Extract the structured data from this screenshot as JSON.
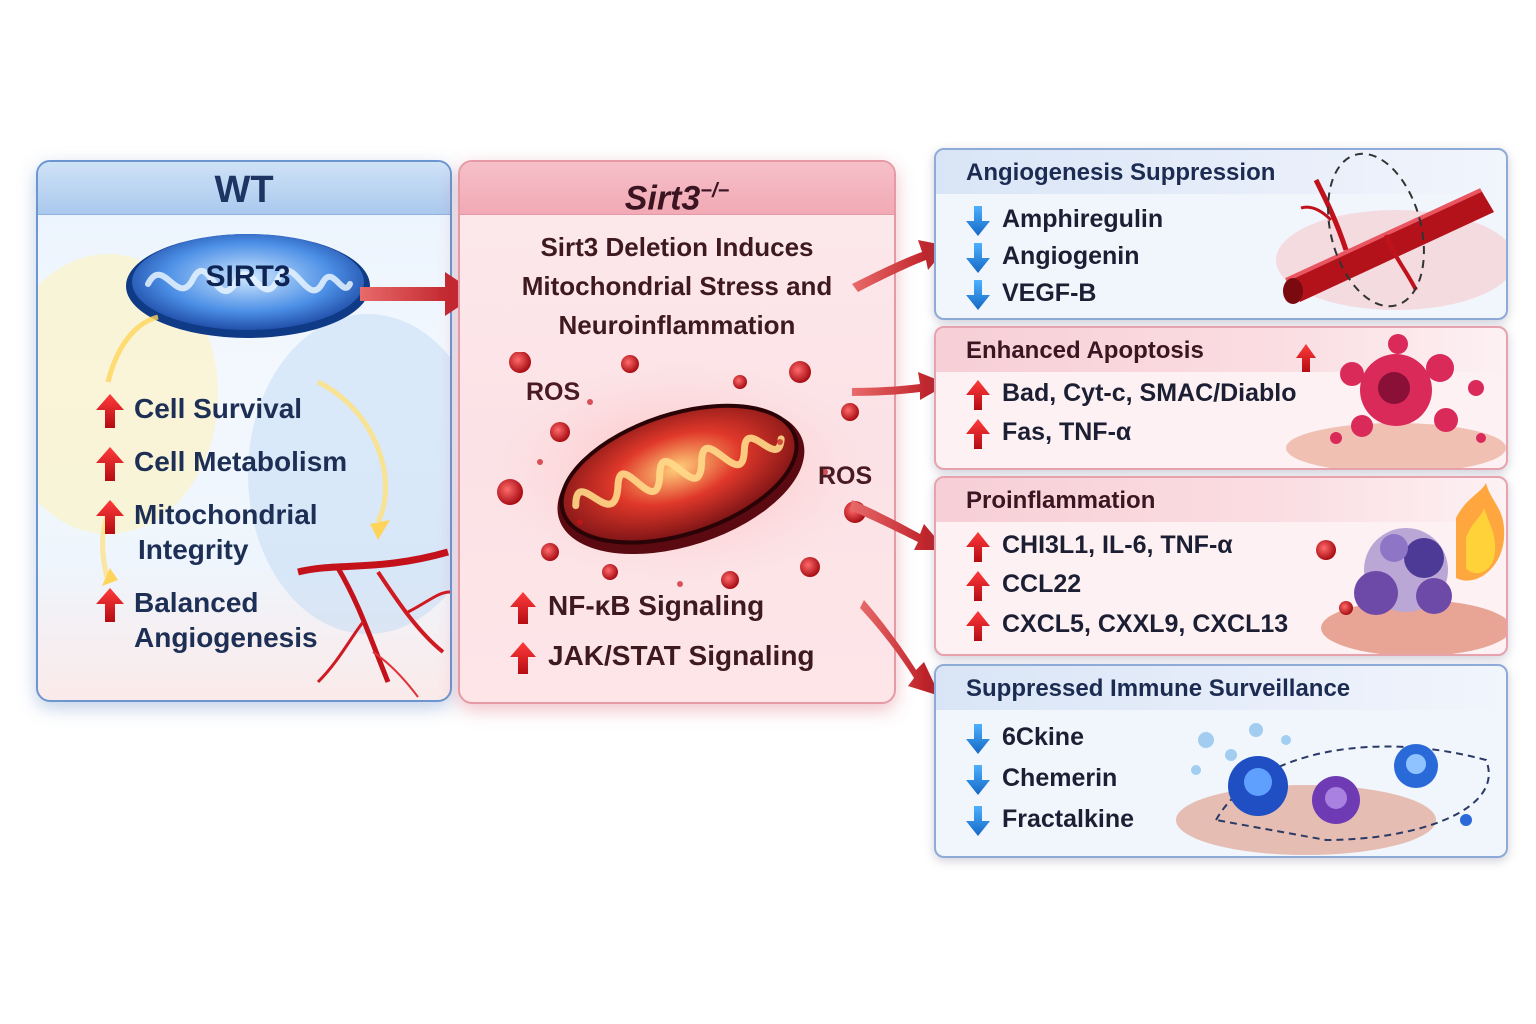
{
  "wt_panel": {
    "title": "WT",
    "mito_label": "SIRT3",
    "items": [
      {
        "text": "Cell Survival",
        "direction": "up"
      },
      {
        "text": "Cell Metabolism",
        "direction": "up"
      },
      {
        "text": "Mitochondrial",
        "text2": "Integrity",
        "direction": "up"
      },
      {
        "text": "Balanced",
        "text2": "Angiogenesis",
        "direction": "up"
      }
    ]
  },
  "ko_panel": {
    "title": "Sirt3",
    "title_sup": "−/−",
    "subtitle_lines": [
      "Sirt3 Deletion Induces",
      "Mitochondrial Stress and",
      "Neuroinflammation"
    ],
    "ros_label_1": "ROS",
    "ros_label_2": "ROS",
    "signals": [
      {
        "text": "NF-κB Signaling",
        "direction": "up"
      },
      {
        "text": "JAK/STAT Signaling",
        "direction": "up"
      }
    ]
  },
  "outcomes": [
    {
      "title": "Angiogenesis Suppression",
      "theme": "blue",
      "items": [
        {
          "text": "Amphiregulin",
          "direction": "down"
        },
        {
          "text": "Angiogenin",
          "direction": "down"
        },
        {
          "text": "VEGF-B",
          "direction": "down"
        }
      ]
    },
    {
      "title": "Enhanced Apoptosis",
      "theme": "red",
      "items": [
        {
          "text": "Bad, Cyt-c, SMAC/Diablo",
          "direction": "up"
        },
        {
          "text": "Fas, TNF-α",
          "direction": "up"
        }
      ]
    },
    {
      "title": "Proinflammation",
      "theme": "red",
      "items": [
        {
          "text": "CHI3L1, IL-6, TNF-α",
          "direction": "up"
        },
        {
          "text": "CCL22",
          "direction": "up"
        },
        {
          "text": "CXCL5, CXXL9, CXCL13",
          "direction": "up"
        }
      ]
    },
    {
      "title": "Suppressed Immune Surveillance",
      "theme": "blue",
      "items": [
        {
          "text": "6Ckine",
          "direction": "down"
        },
        {
          "text": "Chemerin",
          "direction": "down"
        },
        {
          "text": "Fractalkine",
          "direction": "down"
        }
      ]
    }
  ],
  "colors": {
    "up_arrow": "#d4141c",
    "down_arrow": "#1b7fd6",
    "connector_arrow": "#c61a24",
    "wt_header": "#aac9ee",
    "ko_header": "#f1a9b5"
  }
}
